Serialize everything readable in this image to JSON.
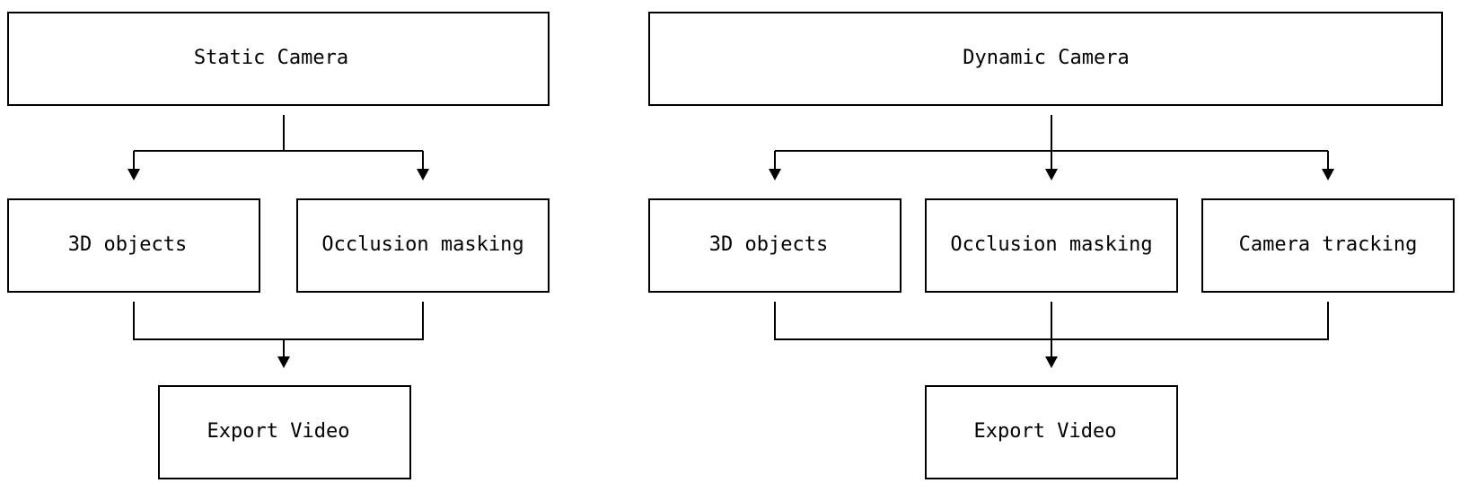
{
  "diagram": {
    "static": {
      "root": "Static Camera",
      "children": [
        "3D objects",
        "Occlusion masking"
      ],
      "output": "Export Video"
    },
    "dynamic": {
      "root": "Dynamic Camera",
      "children": [
        "3D objects",
        "Occlusion masking",
        "Camera tracking"
      ],
      "output": "Export Video"
    }
  },
  "colors": {
    "stroke": "#000000",
    "fill": "#ffffff"
  }
}
